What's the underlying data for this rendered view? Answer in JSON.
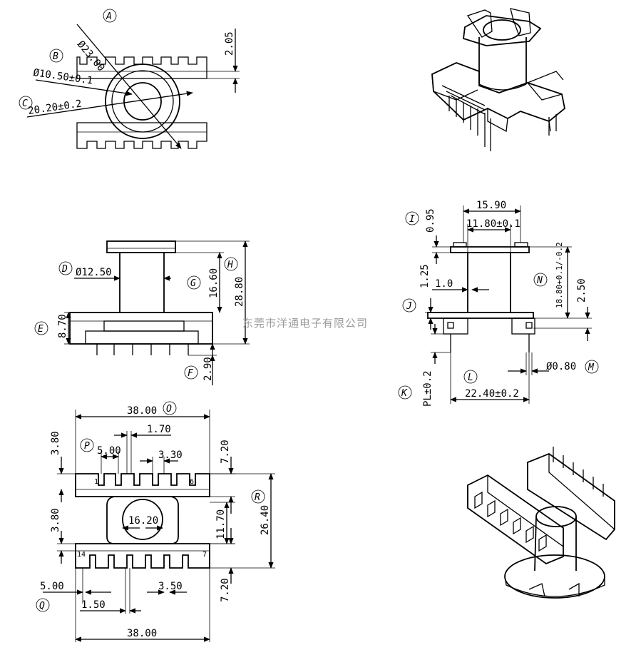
{
  "watermark": "东莞市洋通电子有限公司",
  "top_view": {
    "labels": {
      "A": "A",
      "B": "B",
      "C": "C"
    },
    "dims": {
      "d23": "Ø23.00",
      "h205": "2.05",
      "d1050": "Ø10.50±0.1",
      "d2020": "20.20±0.2"
    }
  },
  "front_view": {
    "labels": {
      "D": "D",
      "E": "E",
      "F": "F",
      "G": "G",
      "H": "H"
    },
    "dims": {
      "d1250": "Ø12.50",
      "h1660": "16.60",
      "h2880": "28.80",
      "h870": "8.70",
      "h290": "2.90"
    }
  },
  "side_view": {
    "labels": {
      "I": "I",
      "J": "J",
      "K": "K",
      "L": "L",
      "M": "M",
      "N": "N"
    },
    "dims": {
      "w1590": "15.90",
      "w1180": "11.80±0.1",
      "h095": "0.95",
      "h125": "1.25",
      "w10": "1.0",
      "h1880": "18.80+0.1/-0.2",
      "h250": "2.50",
      "d080": "Ø0.80",
      "pl": "PL±0.2",
      "w2240": "22.40±0.2"
    }
  },
  "bottom_view": {
    "labels": {
      "O": "O",
      "P": "P",
      "Q": "Q",
      "R": "R"
    },
    "dims": {
      "w38top": "38.00",
      "w170": "1.70",
      "w500": "5.00",
      "w330": "3.30",
      "h380a": "3.80",
      "h720a": "7.20",
      "w1620": "16.20",
      "h2640": "26.40",
      "h380b": "3.80",
      "h1170": "11.70",
      "w500b": "5.00",
      "w350": "3.50",
      "w150": "1.50",
      "h720b": "7.20",
      "w38bot": "38.00"
    },
    "pins": {
      "p1": "1",
      "p6": "6",
      "p14": "14",
      "p7": "7"
    }
  }
}
